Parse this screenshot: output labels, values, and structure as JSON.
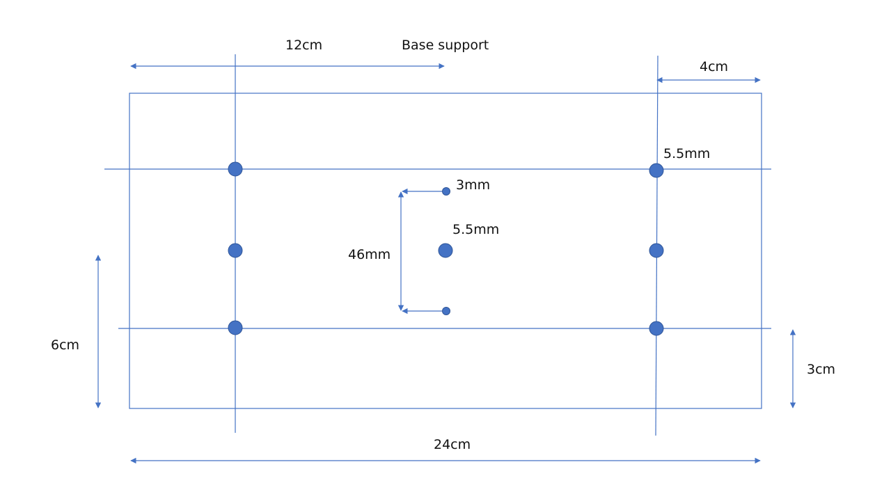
{
  "diagram": {
    "title": "Base support",
    "colors": {
      "line": "#4472C4",
      "hole": "#4472C4",
      "text": "#111111",
      "background": "#ffffff"
    },
    "dimensions": {
      "half_width": "12cm",
      "edge_offset": "4cm",
      "large_hole_right": "5.5mm",
      "small_hole": "3mm",
      "center_hole": "5.5mm",
      "hole_spacing": "46mm",
      "left_height": "6cm",
      "right_offset": "3cm",
      "total_width": "24cm"
    }
  }
}
